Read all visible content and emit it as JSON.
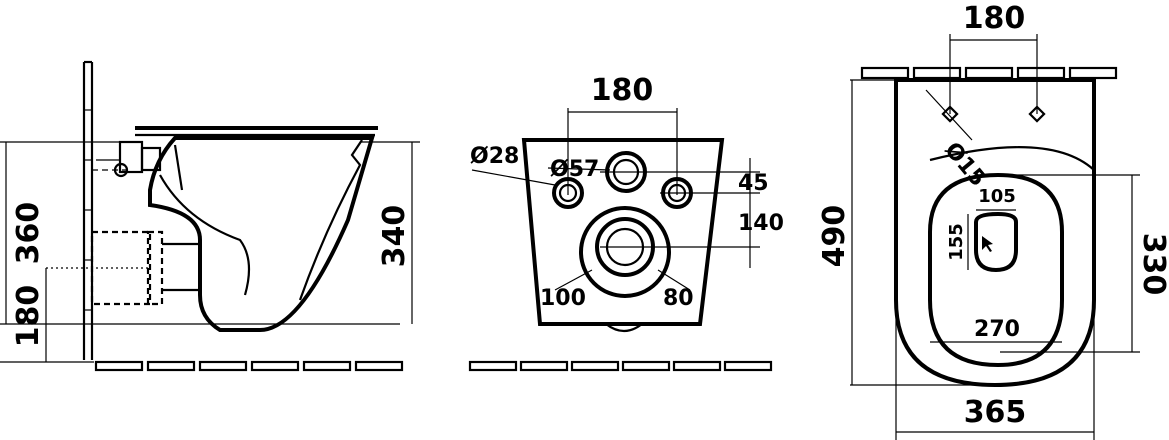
{
  "side_view": {
    "height_total": "360",
    "height_floor": "180",
    "height_bowl": "340"
  },
  "rear_view": {
    "mount_spacing": "180",
    "pipe_small_diameter": "Ø28",
    "pipe_inlet_diameter": "Ø57",
    "offset_vertical_1": "45",
    "offset_vertical_2": "140",
    "outlet_outer": "100",
    "outlet_inner": "80"
  },
  "top_view": {
    "bolt_spacing": "180",
    "bolt_diameter": "Ø15",
    "length_total": "490",
    "seat_depth": "330",
    "width_total": "365",
    "bowl_width": "270",
    "drain_width": "105",
    "drain_length": "155"
  }
}
